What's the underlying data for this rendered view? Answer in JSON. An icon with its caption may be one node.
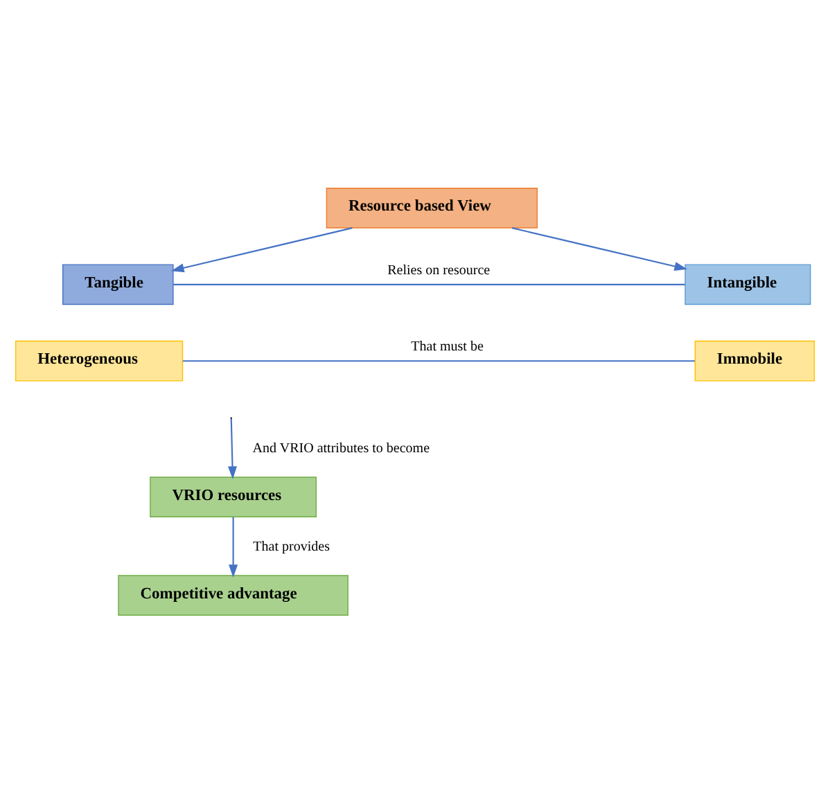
{
  "diagram": {
    "nodes": [
      {
        "text": [
          "Resource based View"
        ]
      },
      {
        "text": [
          "Tangible"
        ]
      },
      {
        "text": [
          "Intangible"
        ]
      },
      {
        "text": [
          "Heterogeneous"
        ]
      },
      {
        "text": [
          "Immobile"
        ]
      },
      {
        "text": [
          "VRIO resources"
        ]
      },
      {
        "text": [
          "Competitive advantage"
        ]
      }
    ],
    "edges": [
      {
        "from": 0,
        "to": 1,
        "arrow": "to"
      },
      {
        "from": 0,
        "to": 2,
        "arrow": "to"
      },
      {
        "from": 1,
        "to": 2,
        "arrow": "none",
        "label": "Relies on resource"
      },
      {
        "from": 3,
        "to": 4,
        "arrow": "none",
        "label": "That must be"
      },
      {
        "from": null,
        "to": 5,
        "arrow": "to",
        "label": "And VRIO attributes to become"
      },
      {
        "from": 5,
        "to": 6,
        "arrow": "to",
        "label": "That provides"
      }
    ]
  }
}
